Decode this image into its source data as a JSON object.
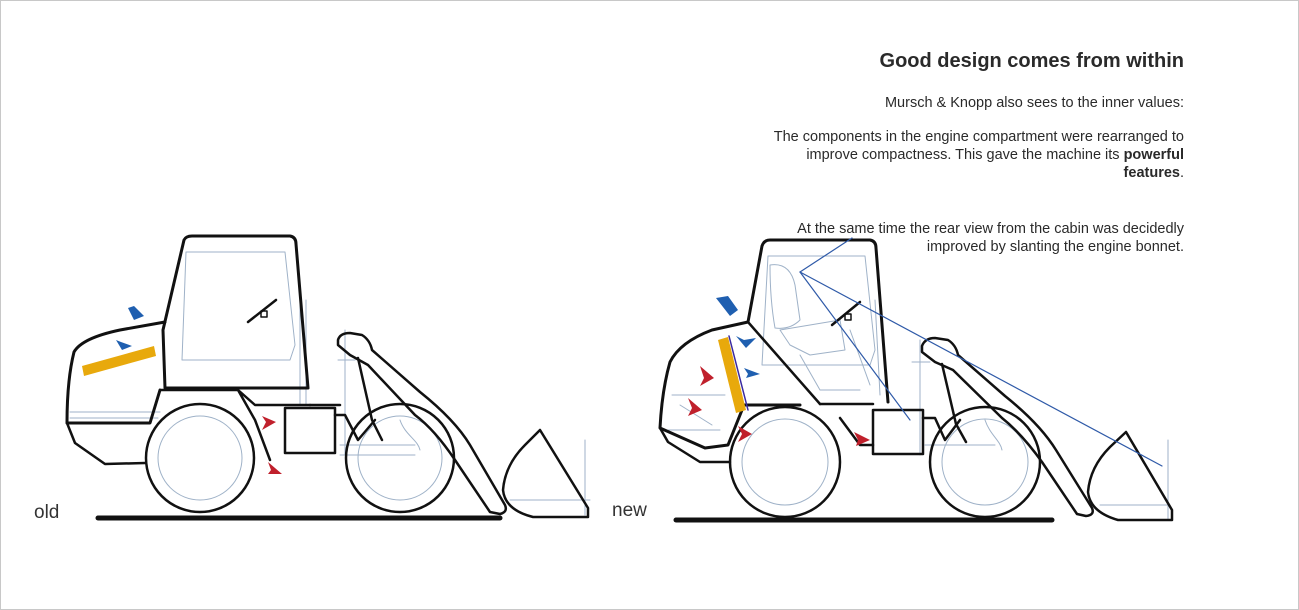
{
  "heading": "Good design comes from within",
  "intro": "Mursch & Knopp also sees to the inner values:",
  "compact_text_before": "The components in the engine compartment were rearranged to improve compactness. This gave the machine its ",
  "compact_text_bold": "powerful features",
  "compact_text_after": ".",
  "rearview_text": "At the same time the rear view from the cabin was decidedly improved by slanting the engine bonnet.",
  "label_old": "old",
  "label_new": "new",
  "colors": {
    "outline": "#111111",
    "faint": "#9fb2c8",
    "bonnet_bar": "#e8a90c",
    "arrow_blue": "#1f5fb0",
    "arrow_red": "#c0202c",
    "sightline": "#2f5aa8"
  }
}
